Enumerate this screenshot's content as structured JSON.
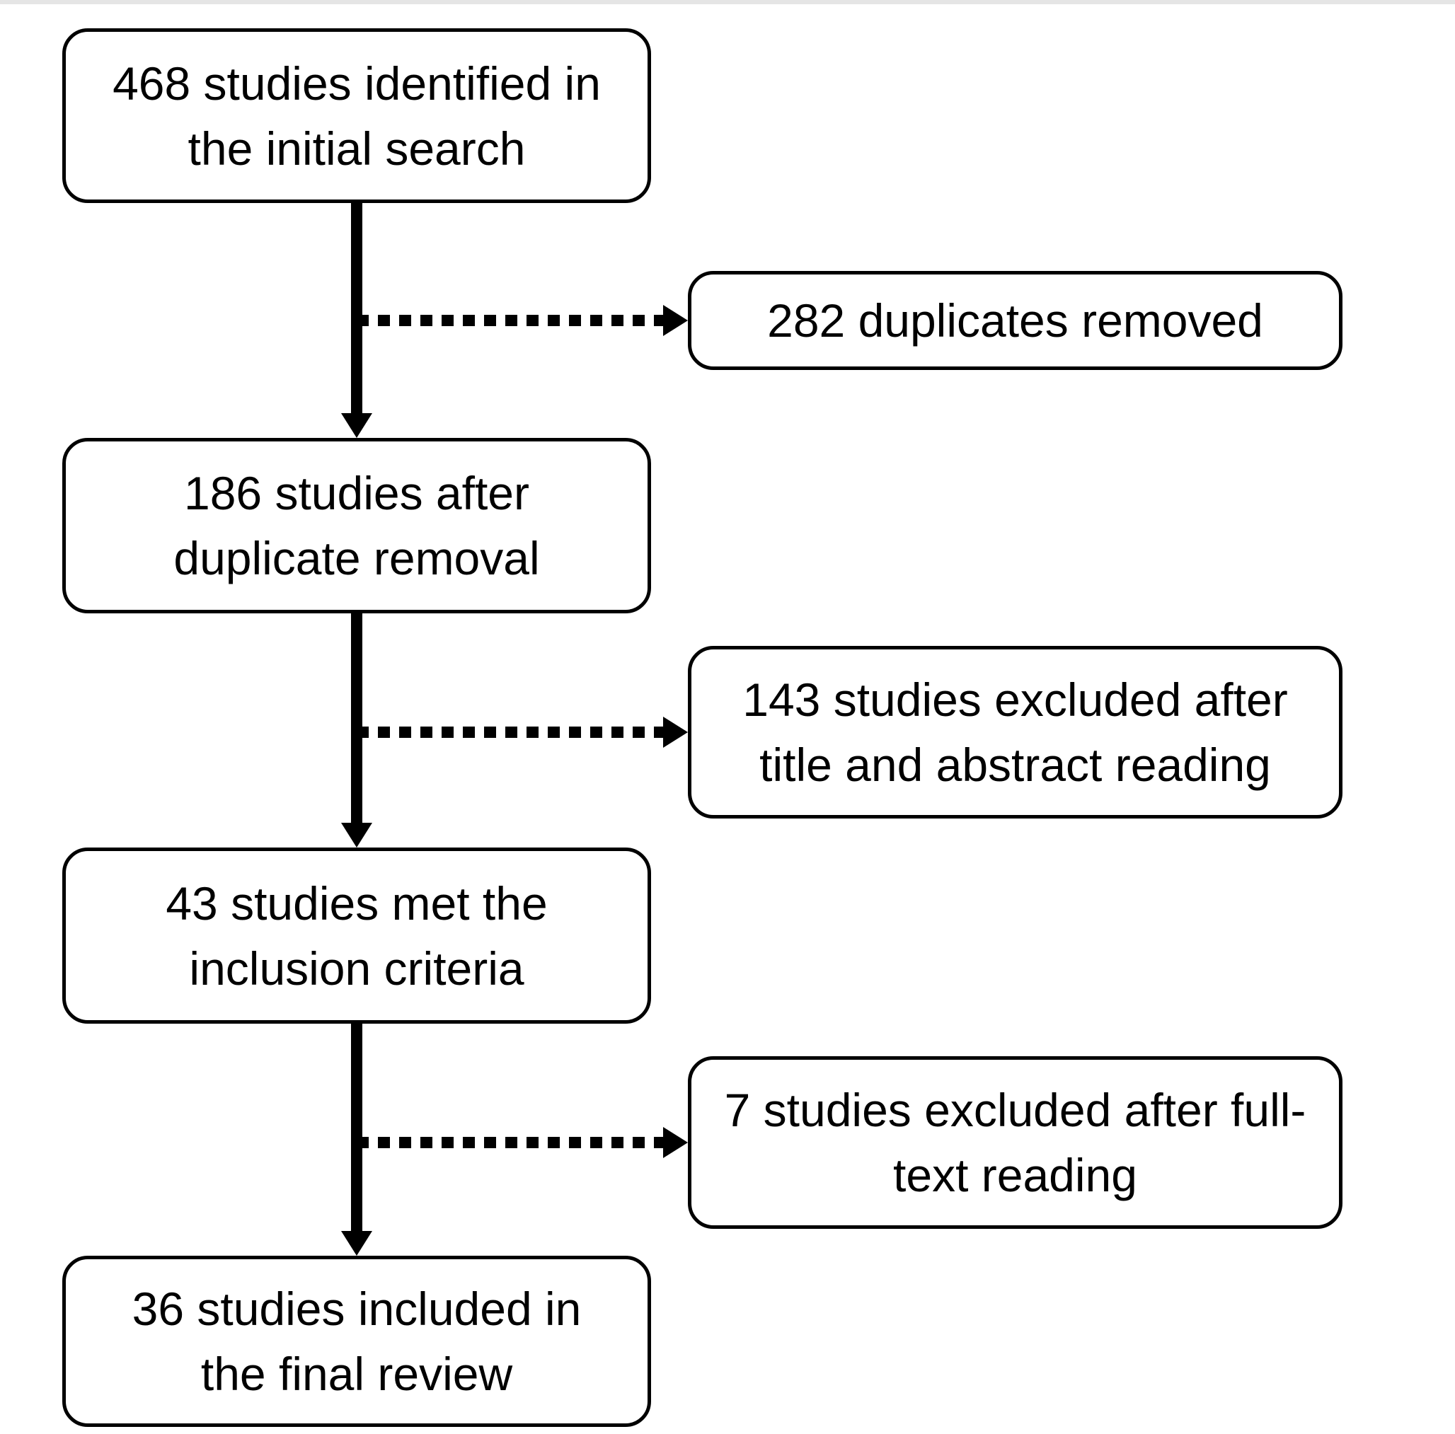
{
  "colors": {
    "box_border": "#000000",
    "box_fill": "#ffffff",
    "arrow": "#000000",
    "page_background": "#ffffff",
    "top_strip": "#e5e5e5"
  },
  "counts": {
    "identified": 468,
    "duplicates_removed": 282,
    "after_duplicate_removal": 186,
    "excluded_title_abstract": 143,
    "met_inclusion_criteria": 43,
    "excluded_full_text": 7,
    "included_final_review": 36
  },
  "flow": {
    "main_boxes": [
      {
        "id": "identified",
        "lines": [
          "468 studies identified in",
          "the initial search"
        ]
      },
      {
        "id": "after-duplicates",
        "lines": [
          "186 studies after",
          "duplicate removal"
        ]
      },
      {
        "id": "met-inclusion",
        "lines": [
          "43 studies met the",
          "inclusion criteria"
        ]
      },
      {
        "id": "final-review",
        "lines": [
          "36 studies included in",
          "the final review"
        ]
      }
    ],
    "side_boxes": [
      {
        "id": "duplicates-removed",
        "lines": [
          "282 duplicates removed"
        ]
      },
      {
        "id": "excluded-title-abstract",
        "lines": [
          "143 studies excluded after",
          "title and abstract reading"
        ]
      },
      {
        "id": "excluded-full-text",
        "lines": [
          "7 studies excluded after full-",
          "text reading"
        ]
      }
    ]
  }
}
